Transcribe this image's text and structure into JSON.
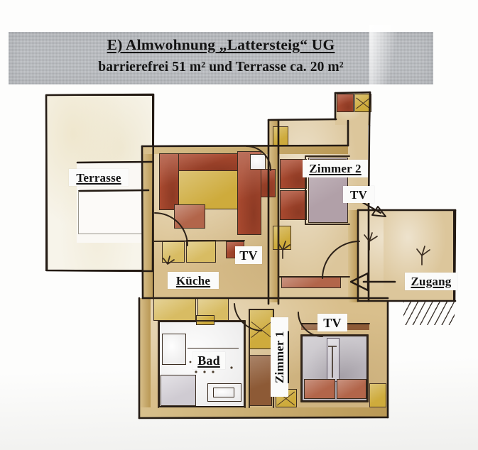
{
  "document": {
    "type": "floor-plan-scan",
    "background_color": "#fdfdfc"
  },
  "title": {
    "banner_color": "#b9bcc0",
    "line1": "E) Almwohnung „Lattersteig“ UG",
    "line2": "barrierefrei 51 m² und Terrasse ca. 20 m²"
  },
  "plan": {
    "ink_color": "#241b14",
    "floor_color": "#d9bf8c",
    "accent_red": "#a8492f",
    "accent_ochre": "#ceab3c",
    "labels": {
      "terrasse": "Terrasse",
      "kueche": "Küche",
      "bad": "Bad",
      "zimmer1": "Zimmer 1",
      "zimmer2": "Zimmer 2",
      "zugang": "Zugang",
      "tv_hall": "TV",
      "tv_zimmer2": "TV",
      "tv_zimmer1": "TV"
    },
    "icons": {
      "entry_arrow": "arrow-left-icon",
      "door_swing_kitchen": "door-swing-icon",
      "door_swing_hall": "door-swing-icon",
      "window_cross_top": "window-cross-icon",
      "window_cross_bath": "window-cross-icon",
      "window_cross_zimmer1": "window-cross-icon"
    }
  }
}
